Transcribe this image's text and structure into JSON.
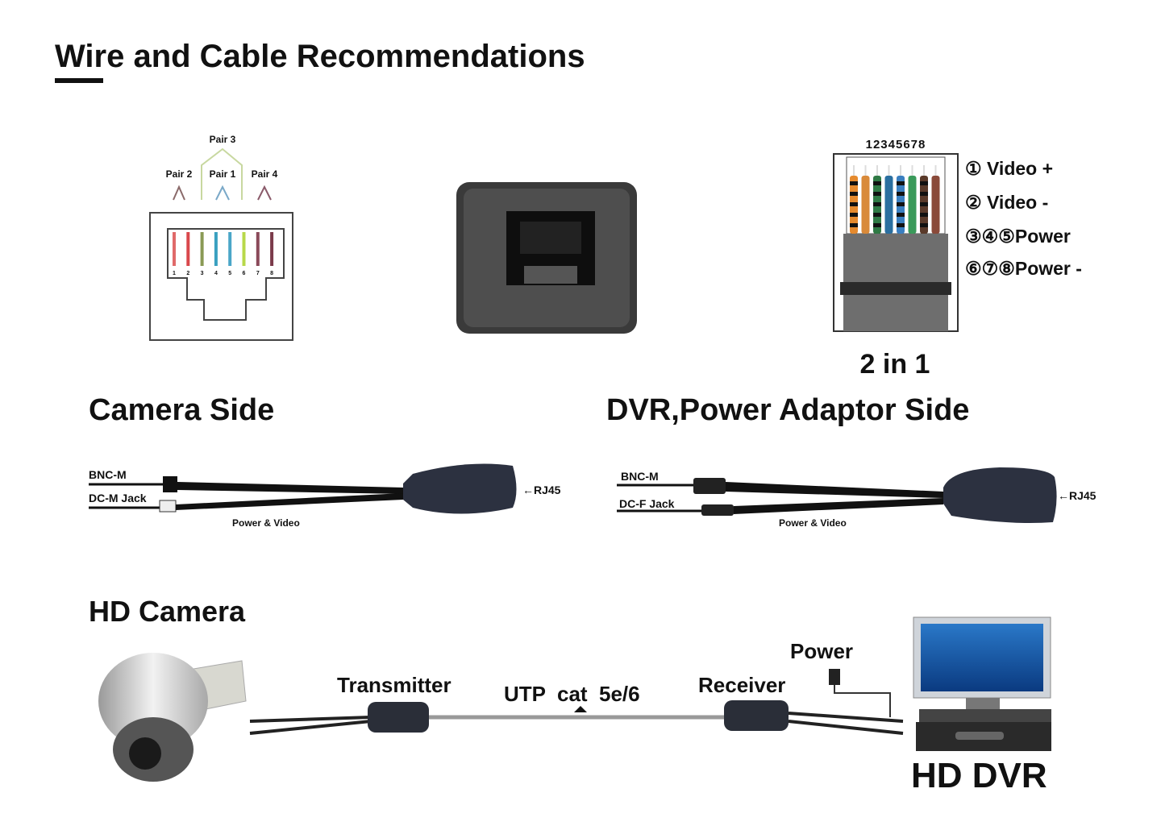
{
  "title": "Wire and Cable Recommendations",
  "jack_diagram": {
    "pairs": [
      "Pair 3",
      "Pair 2",
      "Pair 1",
      "Pair 4"
    ],
    "pin_numbers": [
      "1",
      "2",
      "3",
      "4",
      "5",
      "6",
      "7",
      "8"
    ],
    "wire_colors": [
      "#e06a6a",
      "#d9484c",
      "#8a9a55",
      "#3aa0c0",
      "#4aa6c8",
      "#b8d84a",
      "#8a4a5a",
      "#7a3a4a"
    ]
  },
  "plug_diagram": {
    "pin_numbers": "12345678",
    "legend": [
      "① Video +",
      "② Video -",
      "③④⑤Power",
      "⑥⑦⑧Power -"
    ],
    "caption": "2 in 1",
    "wire_colors": [
      "#e58a2e",
      "#d98a3a",
      "#2f7a45",
      "#2a6fa0",
      "#3a7fc0",
      "#3a9a5a",
      "#5a3a2a",
      "#8a4a3a"
    ]
  },
  "camera_side": {
    "heading": "Camera Side",
    "bnc_label": "BNC-M",
    "dc_label": "DC-M Jack",
    "rj45_label": "RJ45",
    "cable_label": "Power & Video"
  },
  "dvr_side": {
    "heading": "DVR,Power Adaptor Side",
    "bnc_label": "BNC-M",
    "dc_label": "DC-F Jack",
    "rj45_label": "RJ45",
    "cable_label": "Power & Video"
  },
  "setup": {
    "heading": "HD Camera",
    "transmitter": "Transmitter",
    "cable": "UTP  cat  5e/6",
    "receiver": "Receiver",
    "power": "Power",
    "dvr": "HD DVR"
  }
}
